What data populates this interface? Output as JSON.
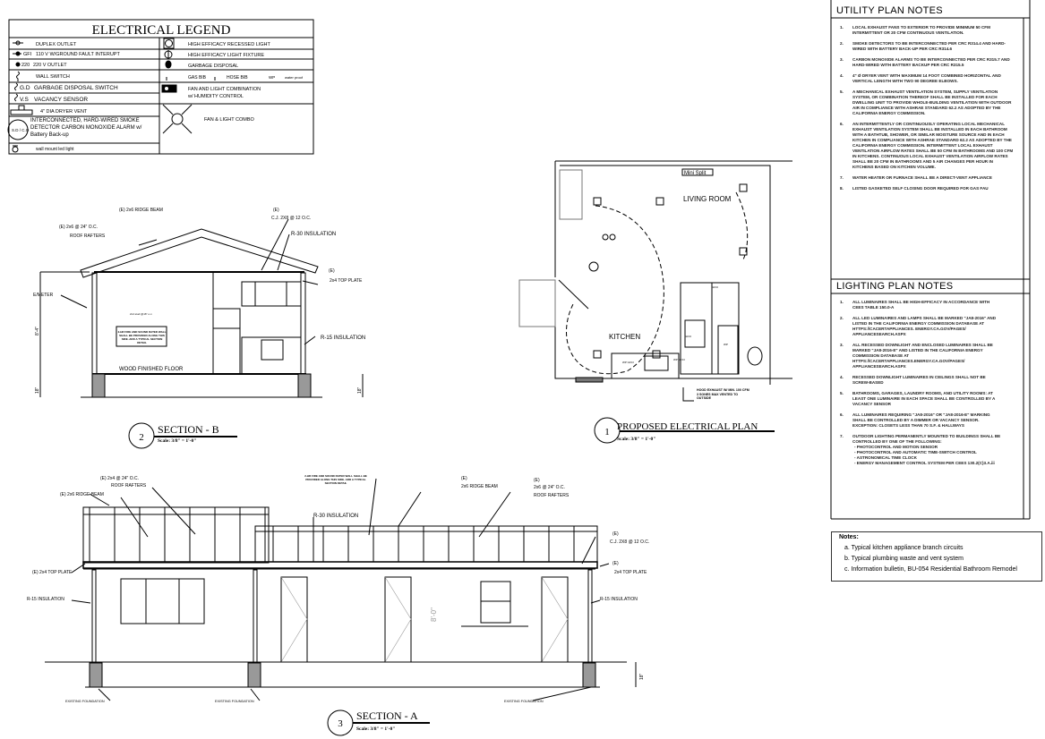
{
  "legend": {
    "title": "ELECTRICAL LEGEND",
    "left_items": [
      {
        "symbol": "duplex-outlet",
        "code": "",
        "label": "DUPLEX OUTLET"
      },
      {
        "symbol": "gfi-outlet",
        "code": "GFI",
        "label": "110 V W/GROUND FAULT INTERUPT"
      },
      {
        "symbol": "220-outlet",
        "code": "220",
        "label": "220 V OUTLET"
      },
      {
        "symbol": "wall-switch",
        "code": "",
        "label": "WALL SWITCH"
      },
      {
        "symbol": "switch",
        "code": "G.D",
        "label": "GARBAGE DISPOSAL SWITCH"
      },
      {
        "symbol": "switch",
        "code": "V.S",
        "label": "VACANCY SENSOR"
      },
      {
        "symbol": "dryer-vent",
        "code": "",
        "label": "4\" DIA DRYER VENT"
      },
      {
        "symbol": "smoke-co",
        "code": "S.D / C.O",
        "label": "INTERCONNECTED, HARD-WIRED SMOKE DETECTOR CARBON MONOXIDE ALARM w/ Battery Back-up"
      },
      {
        "symbol": "wall-light",
        "code": "",
        "label": "wall mount led light"
      }
    ],
    "right_items": [
      {
        "symbol": "recessed-light",
        "label": "HIGH EFFICACY RECESSED LIGHT"
      },
      {
        "symbol": "light-fixture",
        "label": "HIGH EFFICACY LIGHT FIXTURE"
      },
      {
        "symbol": "garbage-disposal",
        "label": "GARBAGE DISPOSAL"
      },
      {
        "symbol": "bib",
        "label": "GAS BIB",
        "label2": "HOSE BIB",
        "label3": "WP",
        "label4": "water proof"
      },
      {
        "symbol": "fan-light",
        "label": "FAN AND LIGHT COMBINATION",
        "label2": "w/ HUMIDITY CONTROL"
      },
      {
        "symbol": "ceiling-fan",
        "label": "FAN & LIGHT COMBO"
      }
    ]
  },
  "section_b": {
    "number": "2",
    "title": "SECTION - B",
    "scale": "Scale: 3/8\" = 1'-0\"",
    "labels": {
      "ridge": "(E) 2x6 RIDGE BEAM",
      "rafters1": "(E) 2x6 @ 24\" O.C.",
      "rafters2": "ROOF RAFTERS",
      "cj1": "(E)",
      "cj2": "C.J. 2X8 @ 12 O.C.",
      "r30": "R-30 INSULATION",
      "plate1": "(E)",
      "plate2": "2x4 TOP PLATE",
      "meter": "E/METER",
      "r15": "R-15 INSULATION",
      "floor": "WOOD FINISHED FLOOR",
      "height": "8'-4\"",
      "dim1": "18\"",
      "dim2": "18\"",
      "wall_note": "2-HR FIRE AND SOUND RATED WALL SHALL BE PROVIDED ALONG THIS SIDE. ADD A TYPICAL SECTION DETAIL",
      "stud": "2x4 stud @16\" o.c."
    }
  },
  "plan": {
    "number": "1",
    "title": "PROPOSED ELECTRICAL PLAN",
    "scale": "Scale: 3/8\" = 1'-0\"",
    "rooms": [
      "LIVING ROOM",
      "KITCHEN"
    ],
    "mini_split": "Mini Split",
    "hood_note": "HOOD EXHAUST W/ MIN. 100 CFM 3 SONES MAX VENTED TO OUTSIDE",
    "tags": [
      "GFCI",
      "WP GFCI",
      "WP GFCI",
      "GFCI",
      "WP"
    ]
  },
  "section_a": {
    "number": "3",
    "title": "SECTION - A",
    "scale": "Scale: 3/8\" = 1'-0\"",
    "labels": {
      "rafters_l1": "(E) 2x4 @ 24\" O.C.",
      "rafters_l2": "ROOF RAFTERS",
      "ridge_l": "(E) 2x6 RIDGE BEAM",
      "plate_l": "(E) 2x4 TOP PLATE",
      "r15_l": "R-15 INSULATION",
      "wall_note": "2-HR FIRE AND SOUND RATED WALL SHALL BE PROVIDED ALONG THIS SIDE. ADD A TYPICAL SECTION DETAIL",
      "r30": "R-30 INSULATION",
      "ridge_r1": "(E)",
      "ridge_r2": "2x6 RIDGE BEAM",
      "rafters_r1": "(E)",
      "rafters_r2": "2x6 @ 24\" O.C.",
      "rafters_r3": "ROOF RAFTERS",
      "cj1": "(E)",
      "cj2": "C.J. 2X8 @ 12 O.C.",
      "plate_r1": "(E)",
      "plate_r2": "2x4 TOP PLATE",
      "r15_r": "R-15 INSULATION",
      "height": "8'-0\"",
      "dim": "18\"",
      "found1": "EXISTING FOUNDATION",
      "found2": "EXISTING FOUNDATION",
      "found3": "EXISTING FOUNDATION"
    }
  },
  "utility_notes": {
    "title": "UTILITY PLAN NOTES",
    "items": [
      "LOCAL EXHAUST FANS TO EXTERIOR TO PROVIDE MINIMUM 50 CFM INTERMITTENT OR 20 CFM CONTINUOUS VENTILATION.",
      "SMOKE DETECTORS TO BE INTERCONNECTED PER CRC R314.4 AND HARD-WIRED WITH BATTERY BACK-UP PER CRC R314.6",
      "CARBON MONOXIDE ALARMS TO BE INTERCONNECTED PER CRC R315.7 AND HARD-WIRED WITH BATTERY BACKUP PER CRC R315.5",
      "4\" Ø DRYER VENT WITH MAXIMUM 14 FOOT COMBINED HORIZONTAL AND VERTICAL LENGTH WITH TWO 90 DEGREE ELBOWS.",
      "A MECHANICAL EXHAUST VENTILATION SYSTEM, SUPPLY VENTILATION SYSTEM, OR COMBINATION THEREOF SHALL BE INSTALLED FOR EACH DWELLING UNIT TO PROVIDE WHOLE-BUILDING VENTILATION WITH OUTDOOR AIR IN COMPLIANCE WITH ASHRAE STANDARD 62.2 AS ADOPTED BY THE CALIFORNIA ENERGY COMMISSION.",
      "AN INTERMITTENTLY OR CONTINUOUSLY OPERATING LOCAL MECHANICAL EXHAUST VENTILATION SYSTEM SHALL BE INSTALLED IN EACH BATHROOM WITH A BATHTUB, SHOWER, OR SIMILAR MOISTURE SOURCE AND IN EACH KITCHEN IN COMPLIANCE WITH ASHRAE STANDARD 62.2 AS ADOPTED BY THE CALIFORNIA ENERGY COMMISSION. INTERMITTENT LOCAL EXHAUST VENTILATION AIRFLOW RATES SHALL BE 50 CFM IN BATHROOMS AND 100 CFM IN KITCHENS. CONTINUOUS LOCAL EXHAUST VENTILATION AIRFLOW RATES SHALL BE 20 CFM IN BATHROOMS AND 5 AIR CHANGES PER HOUR IN KITCHENS BASED ON KITCHEN VOLUME.",
      "WATER HEATER OR FURNACE SHALL BE A DIRECT-VENT APPLIANCE",
      "LISTED GASKETED SELF CLOSING DOOR REQUIRED FOR GAS FAU"
    ]
  },
  "lighting_notes": {
    "title": "LIGHTING PLAN NOTES",
    "items": [
      "ALL LUMINAIRES SHALL BE HIGH-EFFICACY IN ACCORDANCE WITH CEES TABLE 150.0-A",
      "ALL LED LUMINAIRES AND LAMPS SHALL BE MARKED \"JA8-2016\" AND LISTED IN THE CALIFORNIA ENERGY COMMISSION DATABASE AT HTTPS://CACERTAPPLIANCES. ENERGY.CA.GOV/PAGES/ APPLIANCESEARCH.ASPX",
      "ALL RECESSED DOWNLIGHT AND ENCLOSED LUMINAIRES SHALL BE MARKED \"JA8-2016-E\" AND LISTED IN THE CALIFORNIA ENERGY COMMISSION DATABASE AT HTTPS://CACERTAPPLIANCES.ENERGY.CA.GOV/PAGES/ APPLIANCESEARCH.ASPX",
      "RECESSED DOWNLIGHT LUMINAIRES IN CEILINGS SHALL NOT BE SCREW-BASED",
      "BATHROOMS, GARAGES, LAUNDRY ROOMS, AND UTILITY ROOMS: AT LEAST ONE LUMINAIRE IN EACH SPACE SHALL BE CONTROLLED BY A VACANCY SENSOR",
      "ALL LUMINAIRES REQUIRING \"JA8-2016\" OR \"JA8-2016-E\" MARKING SHALL BE CONTROLLED BY A DIMMER OR VACANCY SENSOR. EXCEPTION: CLOSETS LESS THAN 70 S.F. & HALLWAYS",
      "OUTDOOR LIGHTING PERMANENTLY MOUNTED TO BUILDINGS SHALL BE CONTROLLED BY ONE OF THE FOLLOWING:"
    ],
    "sub_items": [
      "- PHOTOCONTROL AND MOTION SENSOR",
      "- PHOTOCONTROL AND AUTOMATIC TIME-SWITCH CONTROL",
      "- ASTRONOMICAL TIME CLOCK",
      "- ENERGY MANAGEMENT CONTROL SYSTEM PER CEES 130.2(C)3.A.iii"
    ]
  },
  "notes_box": {
    "title": "Notes:",
    "items": [
      "a. Typical kitchen appliance branch circuits",
      "b. Typical plumbing waste and vent system",
      "c. Information bulletin, BU-054 Residential Bathroom Remodel"
    ]
  }
}
